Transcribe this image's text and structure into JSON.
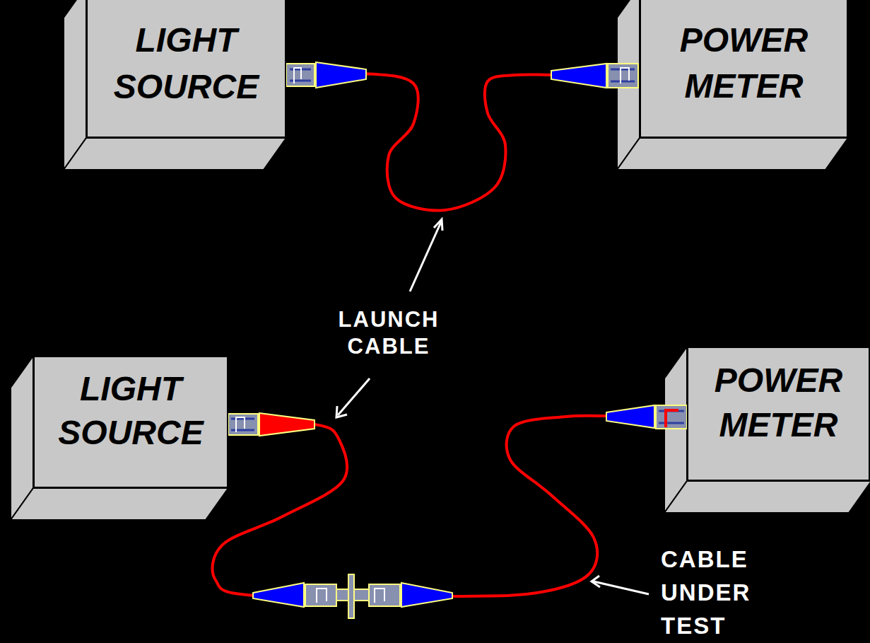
{
  "diagram": {
    "nodes": [
      {
        "text": [
          "LIGHT SOURCE"
        ]
      },
      {
        "text": [
          "POWER METER"
        ]
      },
      {
        "text": [
          "LIGHT SOURCE"
        ]
      },
      {
        "text": [
          "POWER METER"
        ]
      }
    ],
    "edges": [
      {
        "from": 0,
        "to": 1,
        "arrow": "none"
      },
      {
        "from": 2,
        "to": 3,
        "arrow": "none"
      }
    ],
    "labels": [
      "LAUNCH CABLE",
      "CABLE UNDER TEST"
    ]
  }
}
